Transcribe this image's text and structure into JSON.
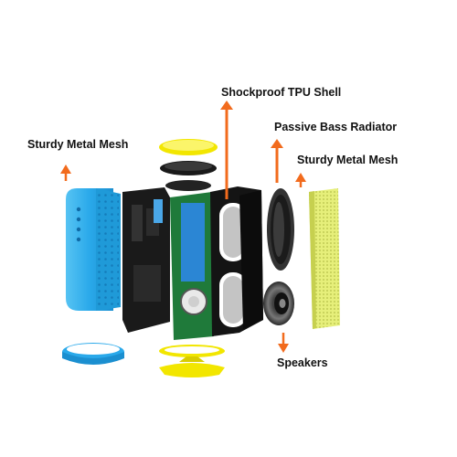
{
  "labels": {
    "shell": "Shockproof TPU Shell",
    "passive_radiator": "Passive Bass Radiator",
    "mesh_left": "Sturdy Metal Mesh",
    "mesh_right": "Sturdy Metal Mesh",
    "speakers": "Speakers"
  },
  "colors": {
    "arrow": "#f26b1d",
    "mesh_blue": "#2aa9ea",
    "mesh_yellow": "#e3ec73",
    "cap_yellow": "#f2e600",
    "shell_black": "#141414",
    "pcb_green": "#1f7a3a",
    "battery_blue": "#2b86d4"
  }
}
